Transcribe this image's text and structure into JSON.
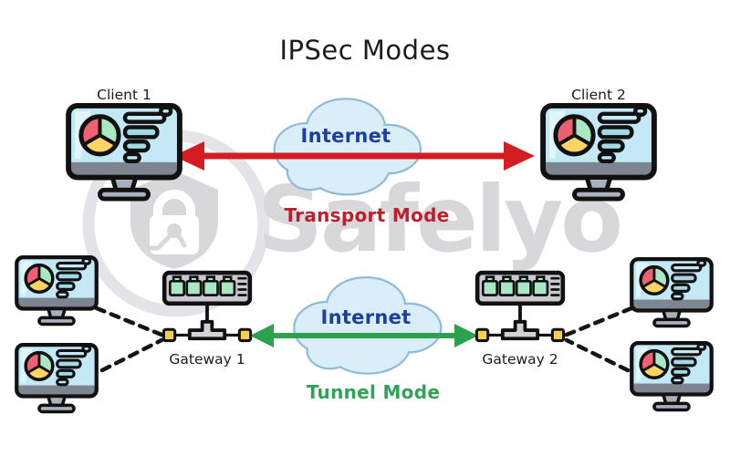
{
  "title": "IPSec Modes",
  "watermark": {
    "brand": "Safelyo",
    "logo": "shield-lock-icon"
  },
  "transport": {
    "mode_label": "Transport Mode",
    "client1_label": "Client 1",
    "client2_label": "Client 2",
    "internet_label": "Internet"
  },
  "tunnel": {
    "mode_label": "Tunnel Mode",
    "gateway1_label": "Gateway 1",
    "gateway2_label": "Gateway 2",
    "internet_label": "Internet"
  },
  "colors": {
    "transport_arrow_red": "#d41d23",
    "transport_text_red": "#c01f2a",
    "tunnel_arrow_green": "#2ca24e",
    "tunnel_text_green": "#2fa356",
    "internet_text_blue": "#1c3fa0",
    "cloud_fill": "#daeefa",
    "cloud_stroke": "#8fbbd9",
    "screen_blue": "#c3e9f6",
    "pie_red": "#ef6070",
    "pie_green": "#a9e8c3",
    "pie_yellow": "#fbd563",
    "bar_teal": "#9fdbe6",
    "port_green": "#a9e8c3",
    "connector_yellow": "#f6cf4e",
    "watermark_gray": "#d8d8db"
  }
}
